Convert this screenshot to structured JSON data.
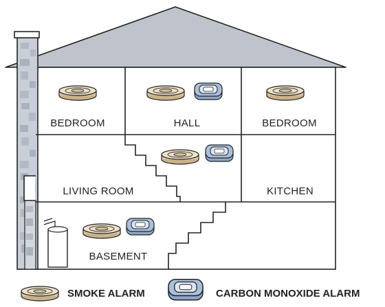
{
  "rooms": {
    "bedroom_left": "BEDROOM",
    "hall": "HALL",
    "bedroom_right": "BEDROOM",
    "living_room": "LIVING ROOM",
    "kitchen": "KITCHEN",
    "basement": "BASEMENT"
  },
  "legend": {
    "smoke_alarm": "SMOKE ALARM",
    "co_alarm": "CARBON MONOXIDE ALARM"
  },
  "colors": {
    "smoke_alarm_ring": "#d8c5a3",
    "smoke_alarm_top": "#efe2c8",
    "co_alarm_body": "#a9bfdc",
    "co_alarm_top": "#dbe6f3",
    "roof": "#bfc4cc",
    "chimney_stone": "#b7bec7"
  },
  "icons": [
    "smoke-alarm-icon",
    "co-alarm-icon",
    "stairs-icon",
    "water-heater-icon",
    "chimney-icon"
  ]
}
